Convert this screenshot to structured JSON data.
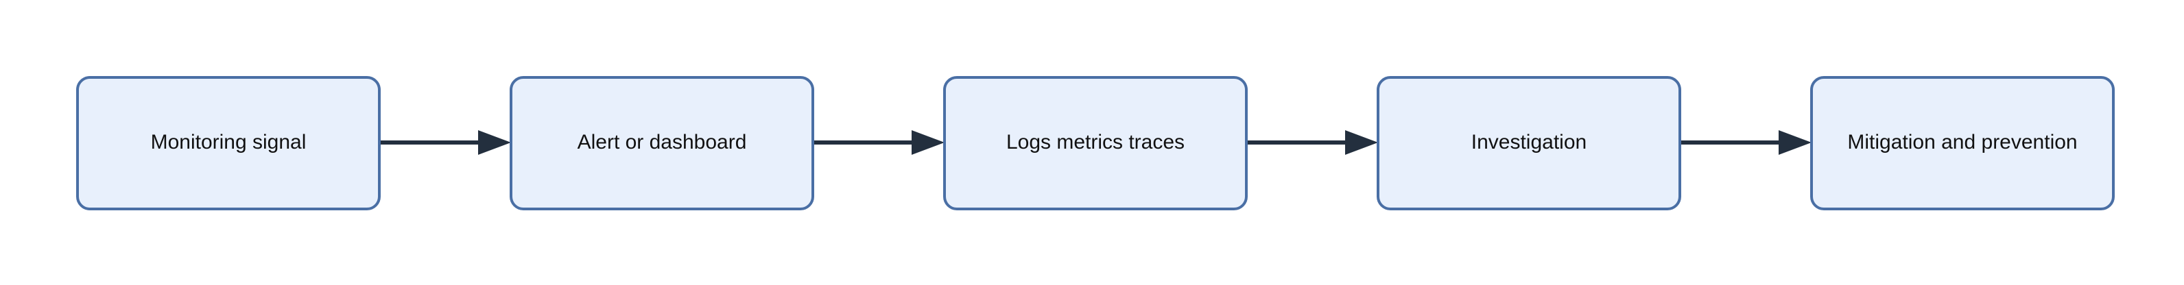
{
  "diagram": {
    "type": "flowchart",
    "direction": "left-to-right",
    "nodes": [
      {
        "id": "n1",
        "label": "Monitoring signal"
      },
      {
        "id": "n2",
        "label": "Alert or dashboard"
      },
      {
        "id": "n3",
        "label": "Logs metrics traces"
      },
      {
        "id": "n4",
        "label": "Investigation"
      },
      {
        "id": "n5",
        "label": "Mitigation and prevention"
      }
    ],
    "edges": [
      {
        "from": "n1",
        "to": "n2"
      },
      {
        "from": "n2",
        "to": "n3"
      },
      {
        "from": "n3",
        "to": "n4"
      },
      {
        "from": "n4",
        "to": "n5"
      }
    ],
    "colors": {
      "node_fill": "#e8f0fc",
      "node_border": "#4a6fa5",
      "arrow": "#232f3e",
      "text": "#111111"
    }
  }
}
